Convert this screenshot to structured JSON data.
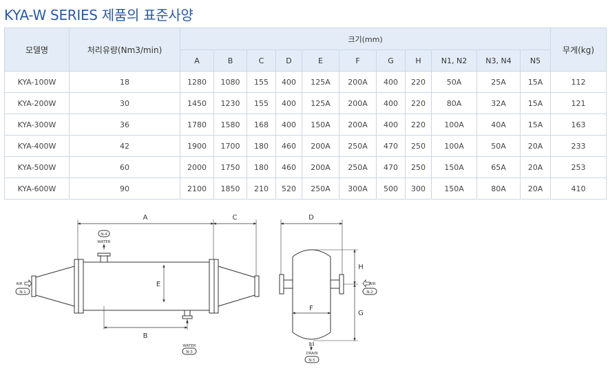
{
  "page": {
    "title": "KYA-W SERIES 제품의 표준사양"
  },
  "table": {
    "header_model": "모델명",
    "header_flow": "처리유량(Nm3/min)",
    "header_size": "크기(mm)",
    "header_weight": "무게(kg)",
    "size_columns": [
      "A",
      "B",
      "C",
      "D",
      "E",
      "F",
      "G",
      "H",
      "N1, N2",
      "N3, N4",
      "N5"
    ],
    "rows": [
      [
        "KYA-100W",
        "18",
        "1280",
        "1080",
        "155",
        "400",
        "125A",
        "200A",
        "400",
        "220",
        "50A",
        "25A",
        "15A",
        "112"
      ],
      [
        "KYA-200W",
        "30",
        "1450",
        "1230",
        "155",
        "400",
        "125A",
        "200A",
        "400",
        "220",
        "80A",
        "32A",
        "15A",
        "121"
      ],
      [
        "KYA-300W",
        "36",
        "1780",
        "1580",
        "168",
        "400",
        "150A",
        "200A",
        "400",
        "220",
        "100A",
        "40A",
        "15A",
        "163"
      ],
      [
        "KYA-400W",
        "42",
        "1900",
        "1700",
        "180",
        "460",
        "200A",
        "250A",
        "470",
        "250",
        "100A",
        "50A",
        "20A",
        "233"
      ],
      [
        "KYA-500W",
        "60",
        "2000",
        "1750",
        "180",
        "460",
        "200A",
        "250A",
        "470",
        "250",
        "150A",
        "65A",
        "20A",
        "253"
      ],
      [
        "KYA-600W",
        "90",
        "2100",
        "1850",
        "210",
        "520",
        "250A",
        "300A",
        "500",
        "300",
        "150A",
        "80A",
        "20A",
        "410"
      ]
    ]
  },
  "drawing": {
    "dim_A": "A",
    "dim_B": "B",
    "dim_C": "C",
    "dim_D": "D",
    "dim_E": "E",
    "dim_F": "F",
    "dim_G": "G",
    "dim_H": "H",
    "n4": "N-4",
    "n1": "N-1",
    "n3": "N-3",
    "n2": "N-2",
    "n5": "N-5",
    "water_top": "WATER",
    "water_bottom": "WATER",
    "air_left": "AIR",
    "air_right": "AIR",
    "drain": "DRAIN"
  }
}
